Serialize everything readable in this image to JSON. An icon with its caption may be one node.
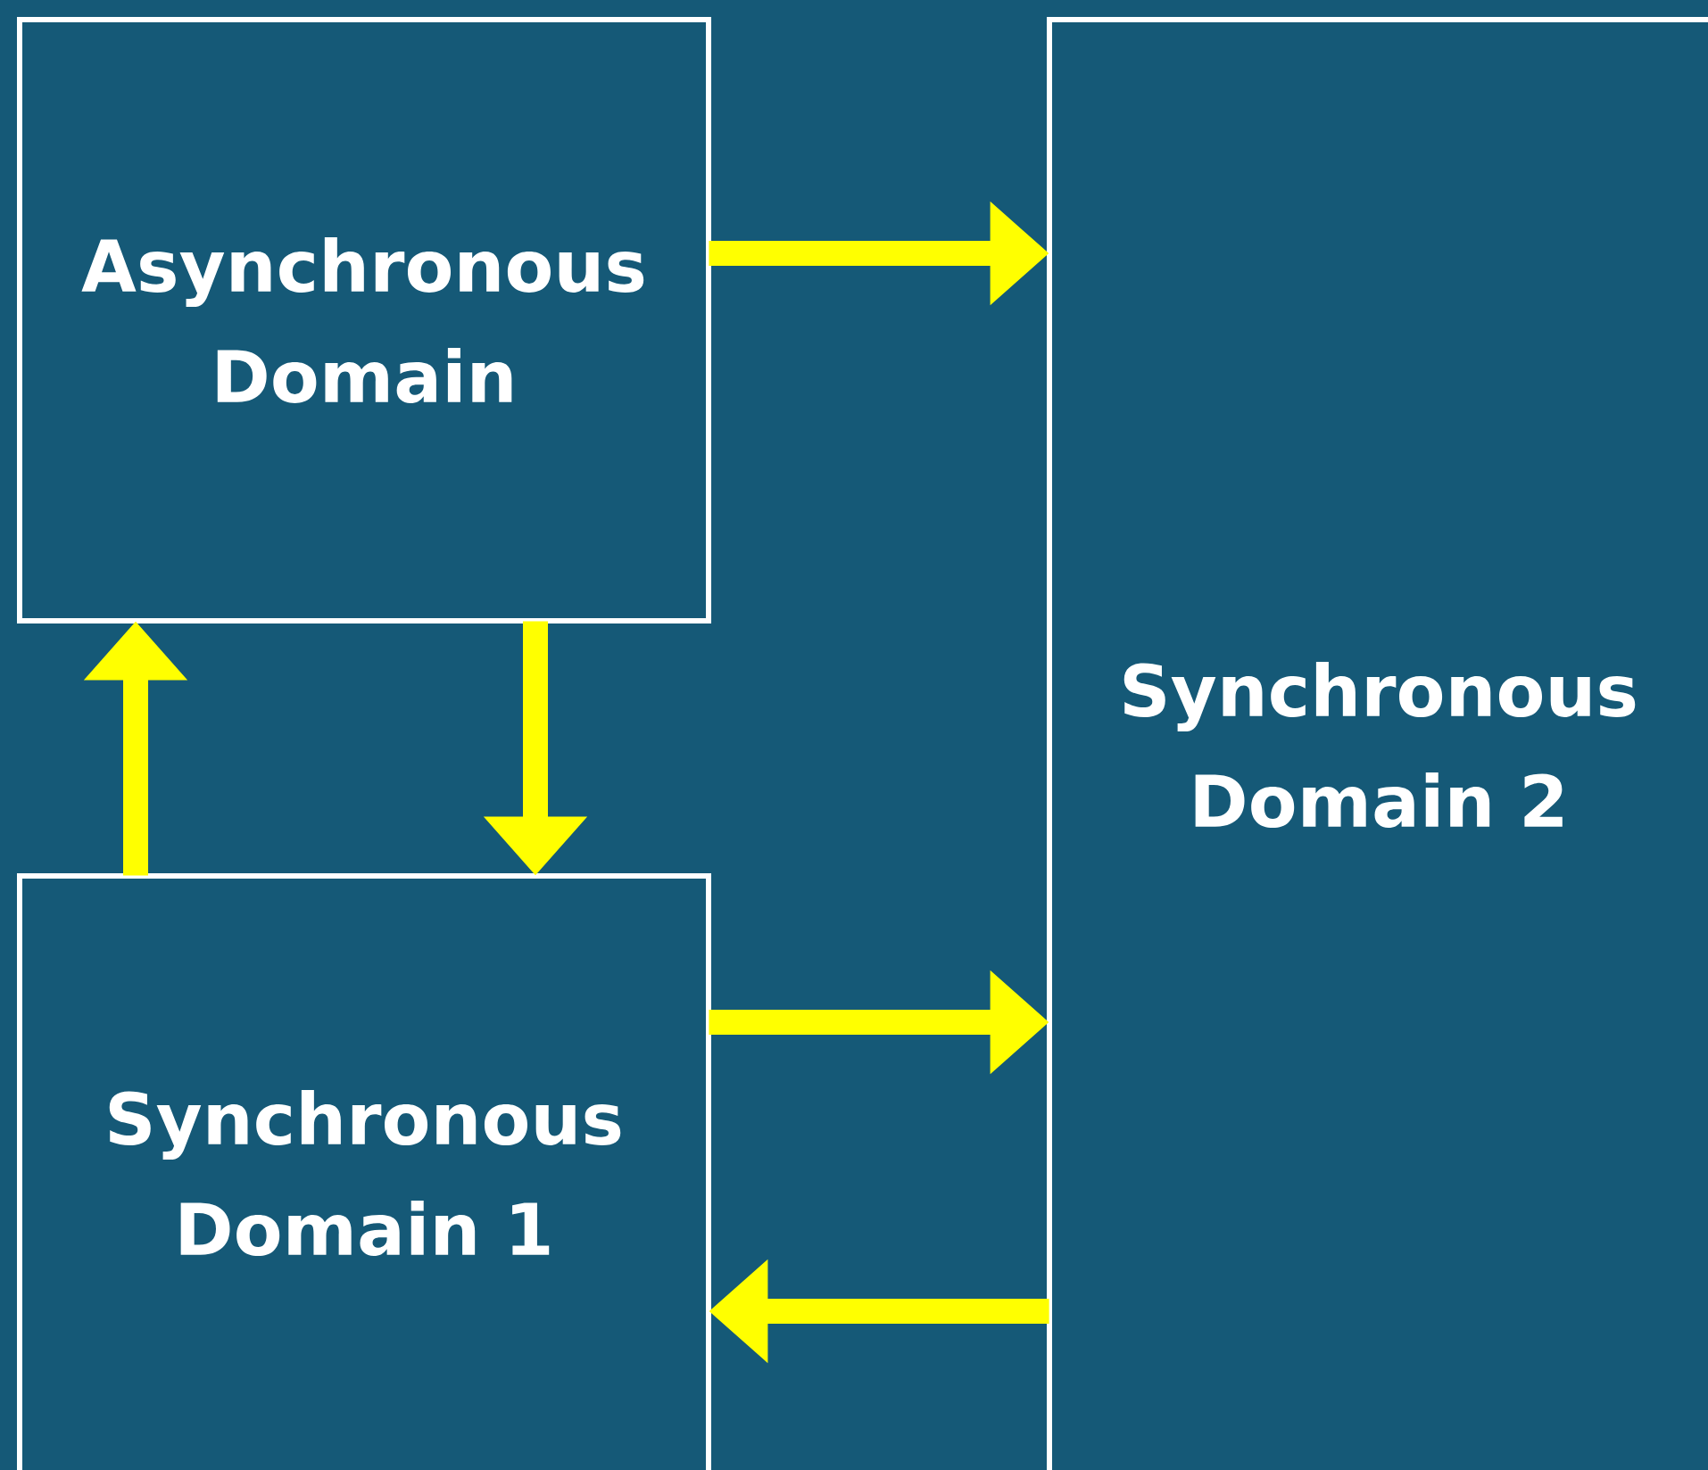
{
  "diagram": {
    "nodes": [
      {
        "text": [
          "Asynchronous Domain"
        ]
      },
      {
        "text": [
          "Synchronous Domain 2"
        ]
      },
      {
        "text": [
          "Synchronous Domain 1"
        ]
      }
    ],
    "edges": [
      {
        "from": 0,
        "to": 1,
        "arrow": "to"
      },
      {
        "from": 0,
        "to": 2,
        "arrow": "to"
      },
      {
        "from": 2,
        "to": 0,
        "arrow": "to"
      },
      {
        "from": 2,
        "to": 1,
        "arrow": "to"
      },
      {
        "from": 1,
        "to": 2,
        "arrow": "to"
      }
    ]
  }
}
